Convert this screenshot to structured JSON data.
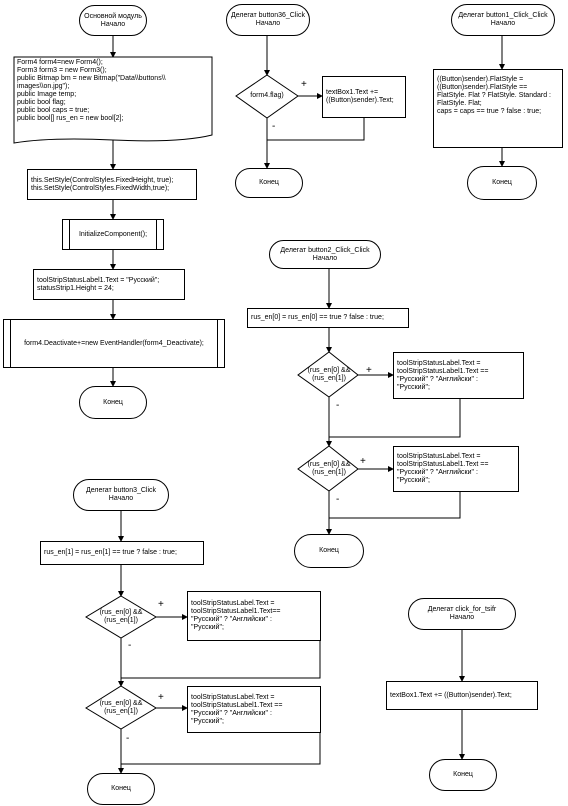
{
  "diagrams": {
    "main": {
      "start": "Основной модуль\nНачало",
      "init": "Form4 form4=new Form4();\n Form3 form3 = new Form3();\npublic Bitmap bm = new Bitmap(\"Data\\\\buttons\\\\\nimages\\\\on.jpg\");\npublic Image temp;\npublic bool flag;\npublic bool caps = true;\npublic bool[] rus_en = new bool[2];",
      "setstyle": "this.SetStyle(ControlStyles.FixedHeight, true);\n   this.SetStyle(ControlStyles.FixedWidth,true);",
      "initcomp": "InitializeComponent();",
      "statuslabel": "toolStripStatusLabel1.Text = \"Русский\";\nstatusStrip1.Height = 24;",
      "deactivate": "form4.Deactivate+=new EventHandler(form4_Deactivate);",
      "end": "Конец"
    },
    "button36": {
      "start": "Делегат button36_Click\nНачало",
      "cond": "form4.flag)",
      "action": "textBox1.Text +=\n((Button)sender).Text;",
      "plus": "+",
      "minus": "-",
      "end": "Конец"
    },
    "button1": {
      "start": "Делегат button1_Click_Click\nНачало",
      "action": "((Button)sender).FlatStyle =\n((Button)sender).FlatStyle ==\nFlatStyle. Flat ? FlatStyle. Standard :\nFlatStyle. Flat;\ncaps = caps == true ? false : true;",
      "end": "Конец"
    },
    "button2": {
      "start": "Делегат button2_Click_Click\nНачало",
      "toggle": "rus_en[0] = rus_en[0] == true ? false : true;",
      "cond1": "(rus_en[0] &&\n(rus_en[1])",
      "action1": "toolStripStatusLabel.Text =\ntoolStripStatusLabel1.Text ==\n\"Русский\" ? \"Английски\" :\n\"Русский\";",
      "cond2": "(rus_en[0] &&\n(rus_en[1])",
      "action2": " toolStripStatusLabel.Text =\ntoolStripStatusLabel1.Text ==\n\"Русский\" ? \"Английски\" :\n\"Русский\";",
      "plus": "+",
      "minus": "-",
      "end": "Конец"
    },
    "button3": {
      "start": "Делегат button3_Click\nНачало",
      "toggle": "rus_en[1] = rus_en[1] == true ? false : true;",
      "cond1": "(rus_en[0] &&\n(rus_en[1])",
      "action1": "toolStripStatusLabel.Text =\ntoolStripStatusLabel1.Text==\n\"Русский\" ? \"Английски\" :\n\"Русский\";",
      "cond2": "(rus_en[0] &&\n(rus_en[1])",
      "action2": " toolStripStatusLabel.Text =\ntoolStripStatusLabel1.Text ==\n\"Русский\" ? \"Английски\" :\n\"Русский\";",
      "plus": "+",
      "minus": "-",
      "end": "Конец"
    },
    "click_for_tsiifr": {
      "start": "Делегат click_for_tsifr\nНачало",
      "action": "textBox1.Text += ((Button)sender).Text;",
      "end": "Конец"
    }
  }
}
